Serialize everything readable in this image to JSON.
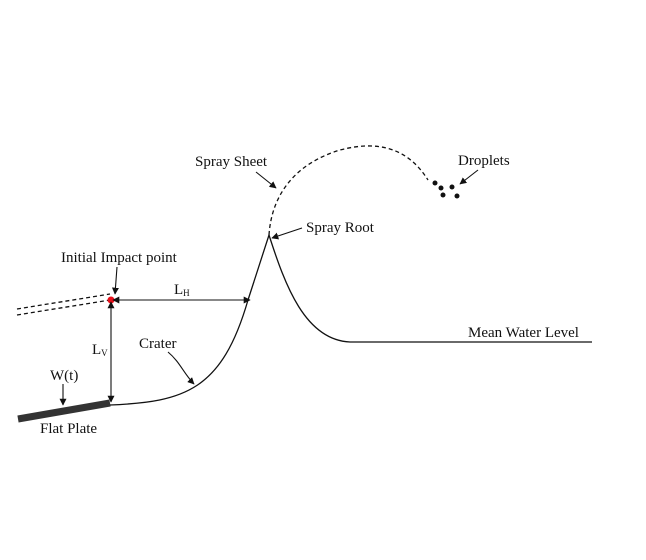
{
  "labels": {
    "spray_sheet": "Spray Sheet",
    "droplets": "Droplets",
    "spray_root": "Spray Root",
    "initial_impact_point": "Initial Impact point",
    "lh_main": "L",
    "lh_sub": "H",
    "lv_main": "L",
    "lv_sub": "V",
    "crater": "Crater",
    "mean_water_level": "Mean Water Level",
    "wt": "W(t)",
    "flat_plate": "Flat Plate"
  },
  "colors": {
    "ink": "#111111",
    "plate": "#333333",
    "impact_point": "#e8101a"
  }
}
